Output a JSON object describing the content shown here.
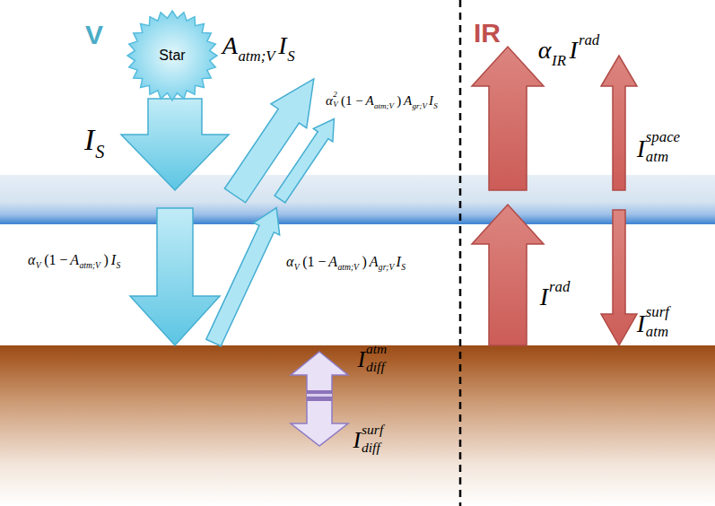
{
  "diagram": {
    "nodes": [
      {
        "text": [
          "Star"
        ]
      }
    ],
    "labels": [
      "V",
      "A",
      "atm;V",
      "I",
      "S",
      "α",
      "2",
      "V",
      "(1 −",
      "A",
      "atm;V",
      ")",
      "A",
      "gr;V",
      "I",
      "S",
      "I",
      "S",
      "α",
      "V",
      "(1 −",
      "A",
      "atm;V",
      ")",
      "I",
      "S",
      "α",
      "V",
      "(1 −",
      "A",
      "atm;V",
      ")",
      "A",
      "gr;V",
      "I",
      "S",
      "I",
      "atm",
      "diff",
      "I",
      "surf",
      "diff",
      "IR",
      "α",
      "IR",
      "I",
      "rad",
      "I",
      "space",
      "atm",
      "I",
      "rad",
      "I",
      "surf",
      "atm"
    ]
  }
}
